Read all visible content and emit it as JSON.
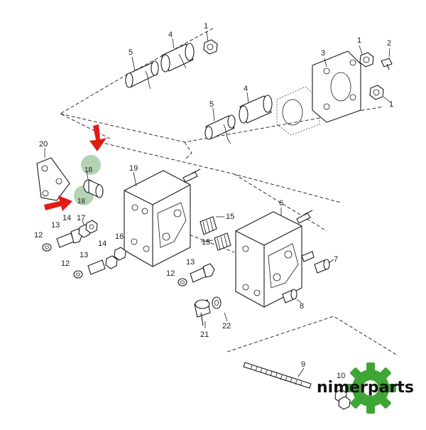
{
  "labels": {
    "l1a": "1",
    "l1b": "1",
    "l1c": "1",
    "l2": "2",
    "l3": "3",
    "l4a": "4",
    "l4b": "4",
    "l5a": "5",
    "l5b": "5",
    "l6": "6",
    "l7": "7",
    "l8": "8",
    "l9": "9",
    "l10": "10",
    "l12a": "12",
    "l12b": "12",
    "l12c": "12",
    "l13a": "13",
    "l13b": "13",
    "l13c": "13",
    "l14a": "14",
    "l14b": "14",
    "l15a": "15",
    "l15b": "15",
    "l16": "16",
    "l17": "17",
    "l18a": "18",
    "l18b": "18",
    "l19": "19",
    "l20": "20",
    "l21": "21",
    "l22": "22"
  },
  "highlight_color": "#9bc39b",
  "arrow_color": "#e31b14",
  "brand": {
    "name": "nimerparts",
    "gear_color": "#3fa535",
    "icon": "gear-icon"
  }
}
